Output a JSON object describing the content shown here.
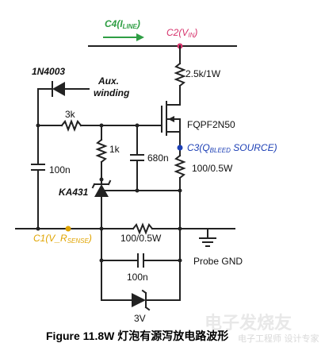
{
  "labels": {
    "c4_pre": "C4(I",
    "c4_sub": "LINE",
    "c4_post": ")",
    "c2_pre": "C2(V",
    "c2_sub": "IN",
    "c2_post": ")",
    "c3_pre": "C3(Q",
    "c3_sub": "BLEED",
    "c3_post": " SOURCE)",
    "c1_pre": "C1(V_R",
    "c1_sub": "SENSE",
    "c1_post": ")",
    "diode_1n4003": "1N4003",
    "aux_line1": "Aux.",
    "aux_line2": "winding",
    "r_3k": "3k",
    "r_1k": "1k",
    "r_2_5k": "2.5k/1W",
    "mosfet": "FQPF2N50",
    "cap_680n": "680n",
    "r_100_top": "100/0.5W",
    "cap_100n_left": "100n",
    "ka431": "KA431",
    "r_100_bottom": "100/0.5W",
    "probe_gnd": "Probe GND",
    "cap_100n_bottom": "100n",
    "zener_3v": "3V"
  },
  "caption": {
    "text": "Figure 11.8W 灯泡有源泻放电路波形"
  },
  "watermark": {
    "text": "电子发烧友",
    "sub": "电子工程师 设计专家"
  },
  "colors": {
    "line": "#222222",
    "accent_green": "#2f9e44",
    "probe_magenta": "#d6336c",
    "probe_blue": "#1c3fb5",
    "probe_yellow": "#e0a400"
  }
}
